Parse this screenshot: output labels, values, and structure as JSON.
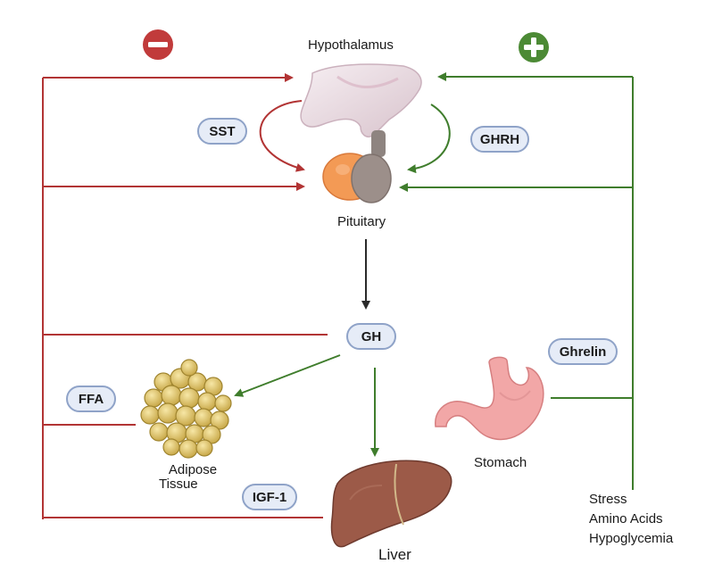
{
  "colors": {
    "inhibit": "#b23434",
    "stimulate": "#3f7d2c",
    "neutral": "#2a2a2a",
    "pill_fill": "#e6ecf7",
    "pill_border": "#8fa3c8"
  },
  "legend": {
    "inhibit_icon": "minus-circle-icon",
    "stimulate_icon": "plus-circle-icon"
  },
  "organs": {
    "hypothalamus": "Hypothalamus",
    "pituitary": "Pituitary",
    "adipose_line1": "Adipose",
    "adipose_line2": "Tissue",
    "stomach": "Stomach",
    "liver": "Liver"
  },
  "hormones": {
    "sst": "SST",
    "ghrh": "GHRH",
    "gh": "GH",
    "ghrelin": "Ghrelin",
    "ffa": "FFA",
    "igf1": "IGF-1"
  },
  "stimuli": [
    "Stress",
    "Amino Acids",
    "Hypoglycemia"
  ]
}
